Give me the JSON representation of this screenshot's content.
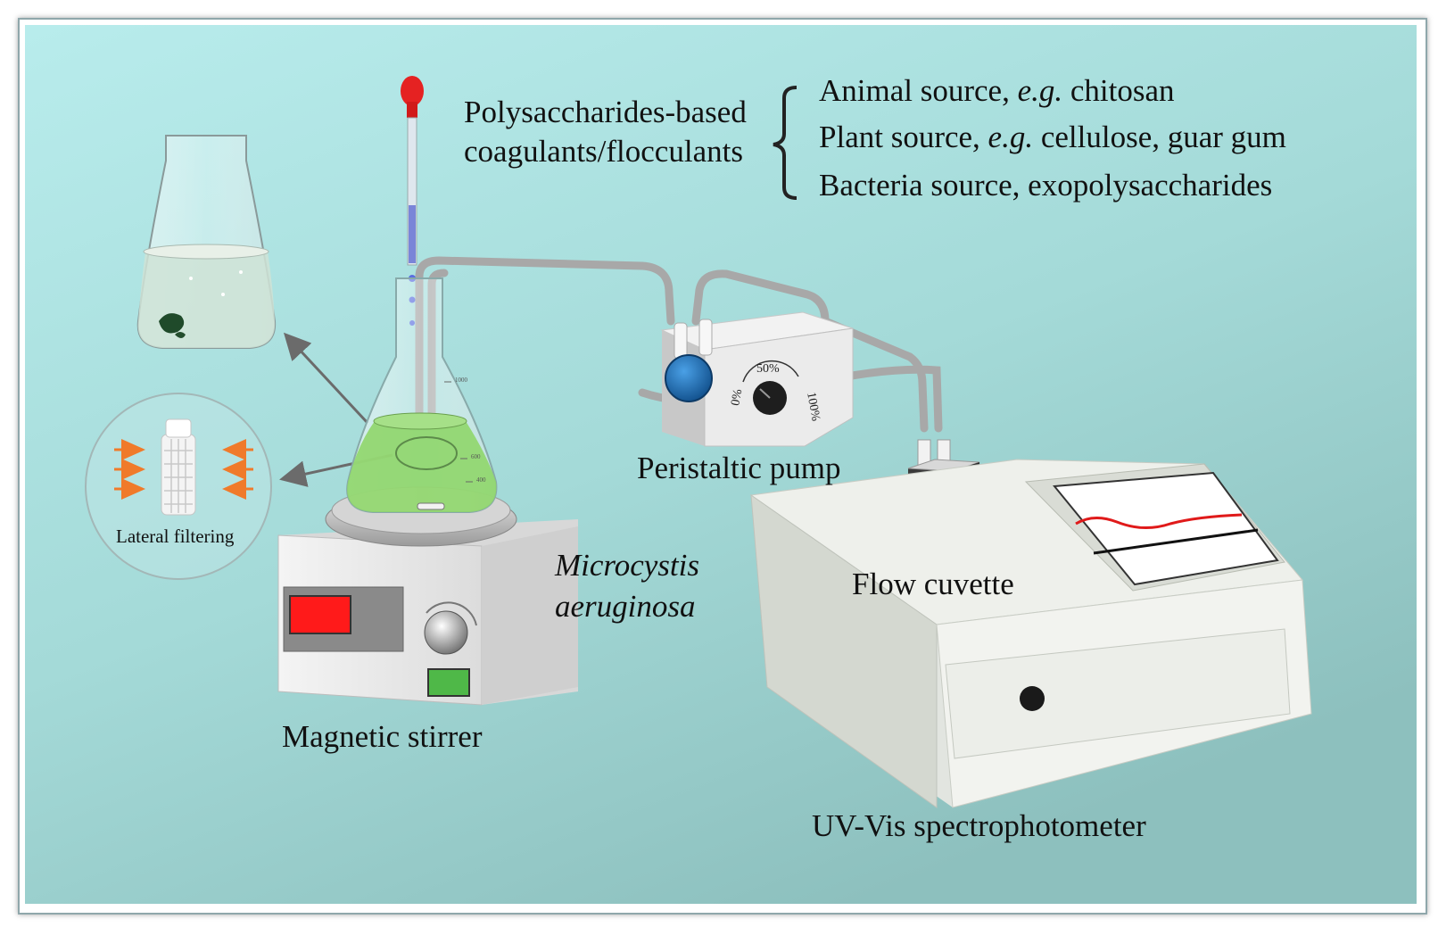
{
  "labels": {
    "coagulant_line1": "Polysaccharides-based",
    "coagulant_line2": "coagulants/flocculants",
    "source_animal": "Animal source, ",
    "source_animal_eg": "e.g.",
    "source_animal_ex": " chitosan",
    "source_plant": "Plant source, ",
    "source_plant_eg": "e.g.",
    "source_plant_ex": " cellulose, guar gum",
    "source_bacteria": "Bacteria source, exopolysaccharides",
    "pump": "Peristaltic pump",
    "cuvette": "Flow cuvette",
    "organism_line1": "Microcystis",
    "organism_line2": "aeruginosa",
    "stirrer": "Magnetic stirrer",
    "spectro": "UV-Vis spectrophotometer",
    "filter": "Lateral filtering"
  },
  "pump_dial": {
    "low": "0%",
    "mid": "50%",
    "high": "100%"
  },
  "flask_marks": [
    "1000",
    "600",
    "400"
  ],
  "colors": {
    "background_top": "#b8ecec",
    "background_bottom": "#8fc4c2",
    "algae_liquid": "#8fd66a",
    "tubing": "#a8a8a8",
    "stirrer_display": "#ff1a1a",
    "stirrer_button": "#4fb848",
    "pump_knob": "#1f6fb5",
    "filter_arrows": "#f07a2a",
    "spectrum_red": "#e01a1a",
    "spectrum_black": "#111111"
  }
}
